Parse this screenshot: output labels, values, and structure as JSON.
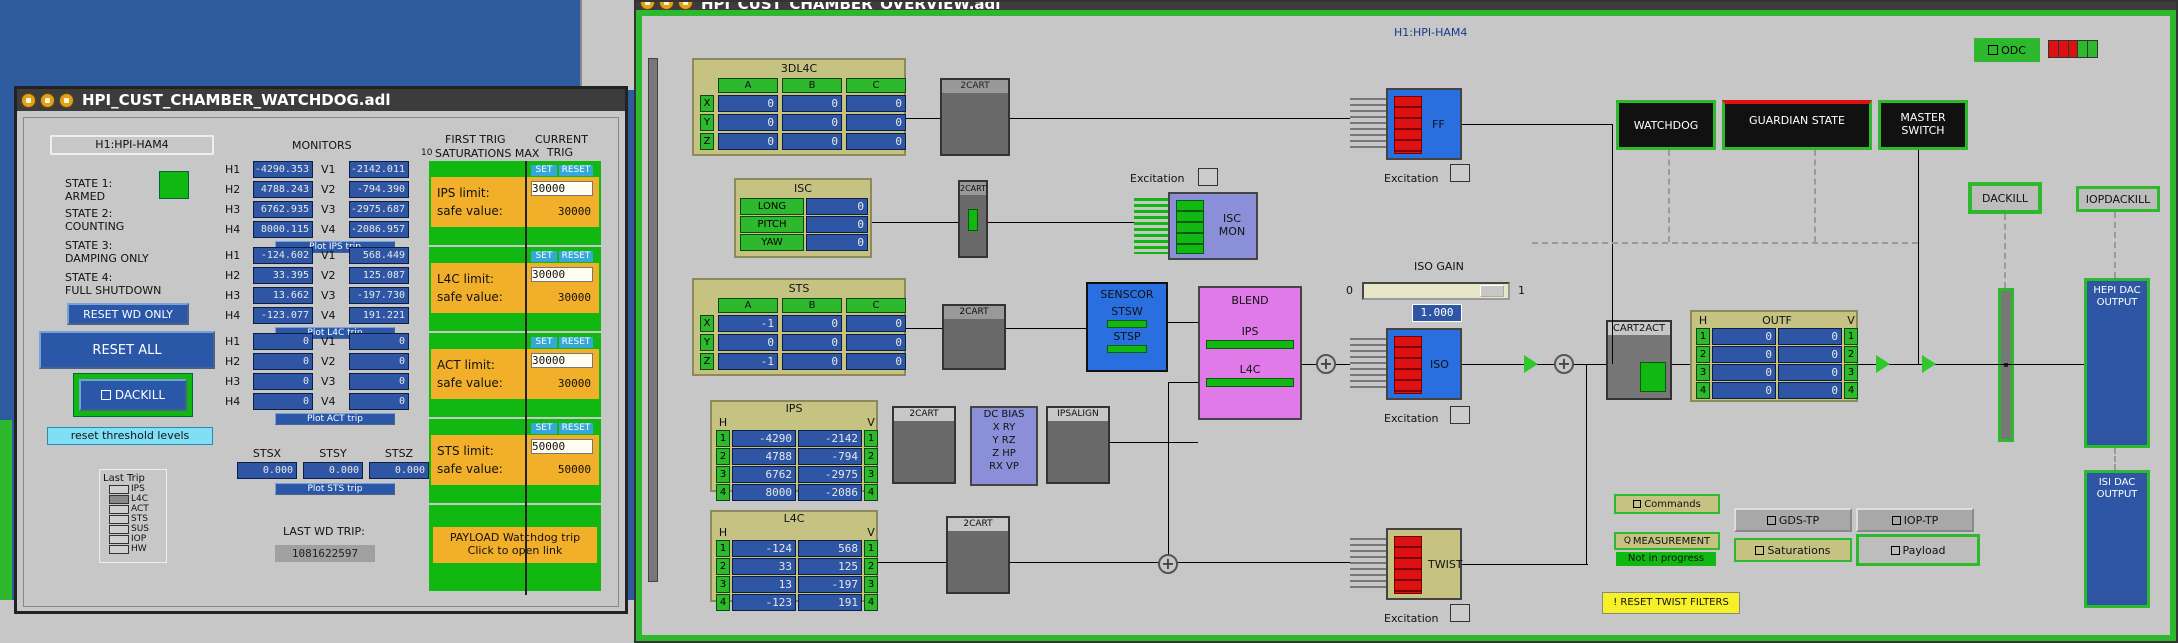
{
  "colors": {
    "desktop": "#2e5a9e",
    "panel": "#c7c7c7",
    "green": "#12b812",
    "blue_cell": "#2f56a4",
    "tan": "#c6c282",
    "orange": "#f2b02a"
  },
  "watchdog": {
    "title": "HPI_CUST_CHAMBER_WATCHDOG.adl",
    "chamber": "H1:HPI-HAM4",
    "monitors_label": "MONITORS",
    "first_trig_label": "FIRST TRIG",
    "saturations_label": "SATURATIONS MAX",
    "sat_prefix": "10",
    "current_trig_label": "CURRENT TRIG",
    "states": [
      {
        "label": "STATE 1:",
        "value": "ARMED"
      },
      {
        "label": "STATE 2:",
        "value": "COUNTING"
      },
      {
        "label": "STATE 3:",
        "value": "DAMPING ONLY"
      },
      {
        "label": "STATE 4:",
        "value": "FULL SHUTDOWN"
      }
    ],
    "ips": {
      "h": [
        {
          "name": "H1",
          "val": "-4290.353"
        },
        {
          "name": "H2",
          "val": "4788.243"
        },
        {
          "name": "H3",
          "val": "6762.935"
        },
        {
          "name": "H4",
          "val": "8000.115"
        }
      ],
      "v": [
        {
          "name": "V1",
          "val": "-2142.011"
        },
        {
          "name": "V2",
          "val": "-794.390"
        },
        {
          "name": "V3",
          "val": "-2975.687"
        },
        {
          "name": "V4",
          "val": "-2086.957"
        }
      ],
      "plot": "Plot IPS trip"
    },
    "l4c": {
      "h": [
        {
          "name": "H1",
          "val": "-124.602"
        },
        {
          "name": "H2",
          "val": "33.395"
        },
        {
          "name": "H3",
          "val": "13.662"
        },
        {
          "name": "H4",
          "val": "-123.077"
        }
      ],
      "v": [
        {
          "name": "V1",
          "val": "568.449"
        },
        {
          "name": "V2",
          "val": "125.087"
        },
        {
          "name": "V3",
          "val": "-197.730"
        },
        {
          "name": "V4",
          "val": "191.221"
        }
      ],
      "plot": "Plot L4C trip"
    },
    "act": {
      "h": [
        {
          "name": "H1",
          "val": "0"
        },
        {
          "name": "H2",
          "val": "0"
        },
        {
          "name": "H3",
          "val": "0"
        },
        {
          "name": "H4",
          "val": "0"
        }
      ],
      "v": [
        {
          "name": "V1",
          "val": "0"
        },
        {
          "name": "V2",
          "val": "0"
        },
        {
          "name": "V3",
          "val": "0"
        },
        {
          "name": "V4",
          "val": "0"
        }
      ],
      "plot": "Plot ACT trip"
    },
    "sts": {
      "labels": [
        "STSX",
        "STSY",
        "STSZ"
      ],
      "vals": [
        "0.000",
        "0.000",
        "0.000"
      ],
      "plot": "Plot STS trip"
    },
    "limits": [
      {
        "label": "IPS limit:",
        "limit": "30000",
        "safe": "30000"
      },
      {
        "label": "L4C limit:",
        "limit": "30000",
        "safe": "30000"
      },
      {
        "label": "ACT limit:",
        "limit": "30000",
        "safe": "30000"
      },
      {
        "label": "STS limit:",
        "limit": "50000",
        "safe": "50000"
      }
    ],
    "safe_label": "safe value:",
    "set_label": "SET",
    "reset_label": "RESET",
    "reset_wd_only": "RESET WD ONLY",
    "reset_all": "RESET ALL",
    "dackill": "DACKILL",
    "reset_threshold": "reset threshold levels",
    "last_trip_label": "Last Trip",
    "last_trip_items": [
      "IPS",
      "L4C",
      "ACT",
      "STS",
      "SUS",
      "IOP",
      "HW"
    ],
    "last_wd_trip_label": "LAST WD TRIP:",
    "last_wd_trip_value": "1081622597",
    "payload_trip": "PAYLOAD Watchdog trip",
    "payload_link": "Click to open link"
  },
  "overview": {
    "title": "HPI_CUST_CHAMBER_OVERVIEW.adl",
    "chamber": "H1:HPI-HAM4",
    "odc": "ODC",
    "watchdog": "WATCHDOG",
    "guardian": "GUARDIAN STATE",
    "master": "MASTER SWITCH",
    "dackill": "DACKILL",
    "iopdackill": "IOPDACKILL",
    "dl4c": {
      "title": "3DL4C",
      "cols": [
        "A",
        "B",
        "C"
      ],
      "rows": [
        {
          "k": "X",
          "v": [
            "0",
            "0",
            "0"
          ]
        },
        {
          "k": "Y",
          "v": [
            "0",
            "0",
            "0"
          ]
        },
        {
          "k": "Z",
          "v": [
            "0",
            "0",
            "0"
          ]
        }
      ]
    },
    "isc": {
      "title": "ISC",
      "rows": [
        {
          "k": "LONG",
          "v": "0"
        },
        {
          "k": "PITCH",
          "v": "0"
        },
        {
          "k": "YAW",
          "v": "0"
        }
      ]
    },
    "sts": {
      "title": "STS",
      "cols": [
        "A",
        "B",
        "C"
      ],
      "rows": [
        {
          "k": "X",
          "v": [
            "-1",
            "0",
            "0"
          ]
        },
        {
          "k": "Y",
          "v": [
            "0",
            "0",
            "0"
          ]
        },
        {
          "k": "Z",
          "v": [
            "-1",
            "0",
            "0"
          ]
        }
      ]
    },
    "ips": {
      "title": "IPS",
      "h": "H",
      "vh": "V",
      "rows": [
        {
          "i": "1",
          "h": "-4290",
          "v": "-2142"
        },
        {
          "i": "2",
          "h": "4788",
          "v": "-794"
        },
        {
          "i": "3",
          "h": "6762",
          "v": "-2975"
        },
        {
          "i": "4",
          "h": "8000",
          "v": "-2086"
        }
      ]
    },
    "l4c": {
      "title": "L4C",
      "h": "H",
      "vh": "V",
      "rows": [
        {
          "i": "1",
          "h": "-124",
          "v": "568"
        },
        {
          "i": "2",
          "h": "33",
          "v": "125"
        },
        {
          "i": "3",
          "h": "13",
          "v": "-197"
        },
        {
          "i": "4",
          "h": "-123",
          "v": "191"
        }
      ]
    },
    "cart": "2CART",
    "dcbias": {
      "title": "DC BIAS",
      "items": [
        "X RY",
        "Y RZ",
        "Z HP",
        "RX VP"
      ]
    },
    "ipsalign": "IPSALIGN",
    "sensor": {
      "title": "SENSCOR",
      "a": "STSW",
      "b": "STSP"
    },
    "blend": {
      "title": "BLEND",
      "a": "IPS",
      "b": "L4C"
    },
    "iscmon": "ISC MON",
    "excitation": "Excitation",
    "ff": "FF",
    "iso": "ISO",
    "twist": "TWIST",
    "iso_gain_label": "ISO GAIN",
    "iso_gain_min": "0",
    "iso_gain_max": "1",
    "iso_gain_value": "1.000",
    "cart2act": "CART2ACT",
    "outf": {
      "title": "OUTF",
      "h": "H",
      "vh": "V",
      "rows": [
        {
          "i": "1",
          "h": "0",
          "v": "0"
        },
        {
          "i": "2",
          "h": "0",
          "v": "0"
        },
        {
          "i": "3",
          "h": "0",
          "v": "0"
        },
        {
          "i": "4",
          "h": "0",
          "v": "0"
        }
      ]
    },
    "hepi_dac": "HEPI DAC OUTPUT",
    "isi_dac": "ISI DAC OUTPUT",
    "commands": "Commands",
    "measurement": "MEASUREMENT",
    "not_in_progress": "Not in progress",
    "gds_tp": "GDS-TP",
    "iop_tp": "IOP-TP",
    "saturations": "Saturations",
    "payload": "Payload",
    "reset_twist": "! RESET TWIST FILTERS"
  }
}
